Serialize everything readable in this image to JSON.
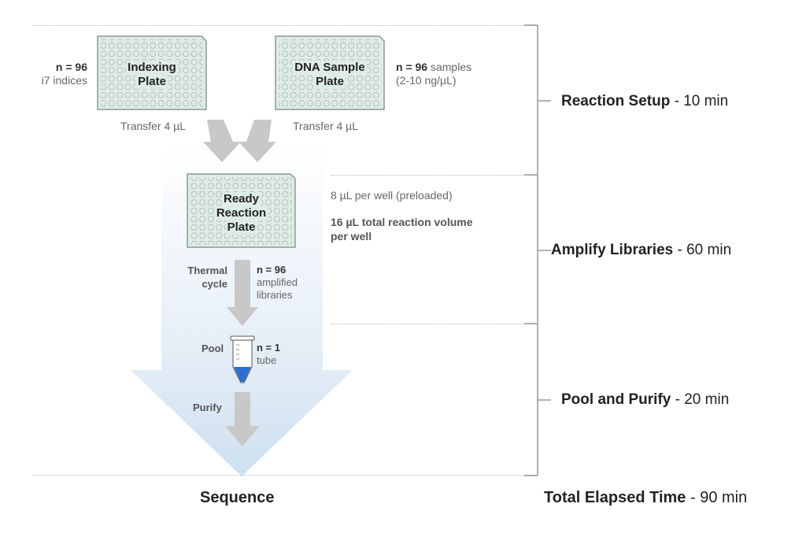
{
  "plates": {
    "indexing": {
      "line1": "Indexing",
      "line2": "Plate"
    },
    "dna_sample": {
      "line1": "DNA Sample",
      "line2": "Plate"
    },
    "ready_reaction": {
      "line1": "Ready",
      "line2": "Reaction",
      "line3": "Plate"
    }
  },
  "annotations": {
    "indexing_n": "n = 96",
    "indexing_desc": "i7 indices",
    "dna_n": "n = 96",
    "dna_desc": "samples",
    "dna_conc": "(2-10 ng/µL)",
    "transfer_left": "Transfer 4 µL",
    "transfer_right": "Transfer 4 µL",
    "preloaded": "8 µL per well (preloaded)",
    "total_volume_line1": "16 µL total reaction volume",
    "total_volume_line2": "per well",
    "thermal_line1": "Thermal",
    "thermal_line2": "cycle",
    "amplified_n": "n = 96",
    "amplified_line1": "amplified",
    "amplified_line2": "libraries",
    "pool": "Pool",
    "tube_n": "n = 1",
    "tube_label": "tube",
    "purify": "Purify"
  },
  "stages": {
    "reaction_setup": {
      "name": "Reaction Setup",
      "time": " - 10 min"
    },
    "amplify": {
      "name": "Amplify Libraries",
      "time": " - 60 min"
    },
    "pool_purify": {
      "name": "Pool and Purify",
      "time": " - 20 min"
    },
    "total": {
      "name": "Total Elapsed Time",
      "time": " - 90 min"
    }
  },
  "footer": {
    "sequence": "Sequence"
  },
  "colors": {
    "plate_fill": "#dfece6",
    "plate_stroke": "#8a9a93",
    "arrow": "#c8c8c8",
    "gradient": "#cfe0f0",
    "tube_liquid": "#2a6fd1"
  }
}
